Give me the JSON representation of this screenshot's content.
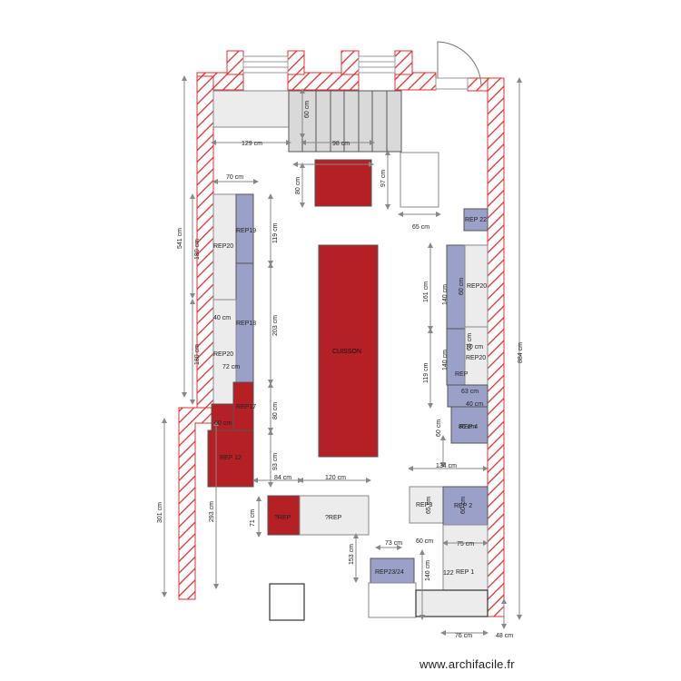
{
  "labels": {
    "rep19": "REP19",
    "rep20_top": "REP20",
    "rep18": "REP18",
    "rep20_mid": "REP20",
    "rep17": "REP17",
    "rep12": "REP 12",
    "rep22": "REP 22",
    "rep20_r1": "REP20",
    "rep20_r2": "REP20",
    "rep_r3": "REP",
    "rep_r4": "REP 4",
    "rep3": "REP3",
    "rep2": "REP 2",
    "rep1": "REP 1",
    "rep_small": "?REP",
    "rep_long": "?REP",
    "rep2324": "REP23/24",
    "cuisson": "CUISSON"
  },
  "dimensions": {
    "d129": "129 cm",
    "d98": "98 cm",
    "d60": "60 cm",
    "d70": "70 cm",
    "d80_top": "80 cm",
    "d97": "97 cm",
    "d65": "65 cm",
    "d541": "541 cm",
    "d180a": "180 cm",
    "d119a": "119 cm",
    "d40a": "40 cm",
    "d203": "203 cm",
    "d180b": "180 cm",
    "d72": "72 cm",
    "d80_left": "80 cm",
    "d60_left": "60 cm",
    "d93": "93 cm",
    "d84": "84 cm",
    "d120": "120 cm",
    "d71": "71 cm",
    "d153": "153 cm",
    "d301": "301 cm",
    "d293": "293 cm",
    "d884": "884 cm",
    "d161": "161 cm",
    "d140a": "140 cm",
    "d60_r": "60 cm",
    "d119b": "119 cm",
    "d140b": "140 cm",
    "d65_r": "65 cm",
    "d70_r": "70 cm",
    "d63": "63 cm",
    "d40b": "40 cm",
    "d80_r": "80 cm",
    "d60_bot": "60 cm",
    "d134": "134 cm",
    "d65_rep3": "65 cm",
    "d60_rep2": "60 cm",
    "d73": "73 cm",
    "d60_b": "60 cm",
    "d75": "75 cm",
    "d140c": "140 cm",
    "d122": "122",
    "d48": "48 cm",
    "d76": "76 cm"
  },
  "colors": {
    "wall_hatch": "#e03030",
    "red_unit": "#b52025",
    "blue_unit": "#9aa0c8",
    "grey_unit": "#ececec",
    "dim_line": "#888888"
  },
  "watermark": "www.archifacile.fr"
}
